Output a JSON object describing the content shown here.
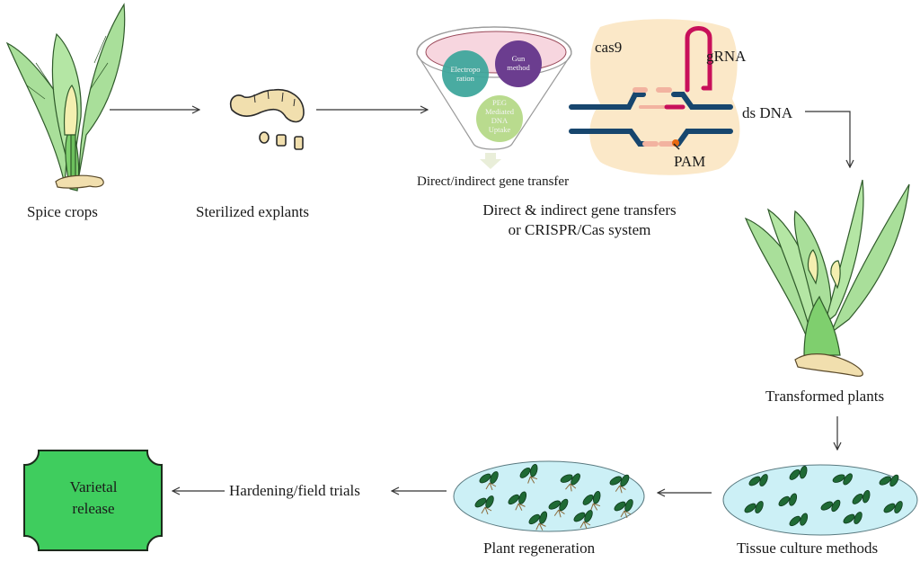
{
  "diagram": {
    "title": "Spice crop genetic transformation workflow",
    "colors": {
      "leaf": "#a9df9a",
      "leaf_stroke": "#2f5a2a",
      "rhizome": "#f1dfae",
      "funnel_inner": "#f7d6df",
      "circle_electroporation": "#3fa79c",
      "circle_gun": "#6b3d8f",
      "circle_peg": "#b9db8e",
      "cas9_body": "#fbe8c8",
      "dna_strand": "#17466e",
      "grna": "#c8105a",
      "pam": "#e86a12",
      "dish_fill": "#ccf0f6",
      "plantlet": "#1f6a35",
      "release_box": "#3fcd5e"
    },
    "stages": [
      {
        "id": "spice-crops",
        "label": "Spice crops"
      },
      {
        "id": "sterilized-explants",
        "label": "Sterilized explants"
      },
      {
        "id": "gene-transfer",
        "label_line1": "Direct & indirect gene transfers",
        "label_line2": "or CRISPR/Cas system"
      },
      {
        "id": "transformed-plants",
        "label": "Transformed plants"
      },
      {
        "id": "tissue-culture",
        "label": "Tissue culture methods"
      },
      {
        "id": "plant-regeneration",
        "label": "Plant regeneration"
      },
      {
        "id": "hardening",
        "label": "Hardening/field trials"
      },
      {
        "id": "varietal-release",
        "label_line1": "Varietal",
        "label_line2": "release"
      }
    ],
    "funnel": {
      "caption": "Direct/indirect gene transfer",
      "methods": [
        {
          "line1": "Electropo",
          "line2": "ration"
        },
        {
          "line1": "Gun",
          "line2": "method"
        },
        {
          "line1": "PEG",
          "line2": "Mediated",
          "line3": "DNA",
          "line4": "Uptake"
        }
      ]
    },
    "crispr": {
      "cas9_label": "cas9",
      "grna_label": "gRNA",
      "dna_label": "ds DNA",
      "pam_label": "PAM"
    }
  }
}
